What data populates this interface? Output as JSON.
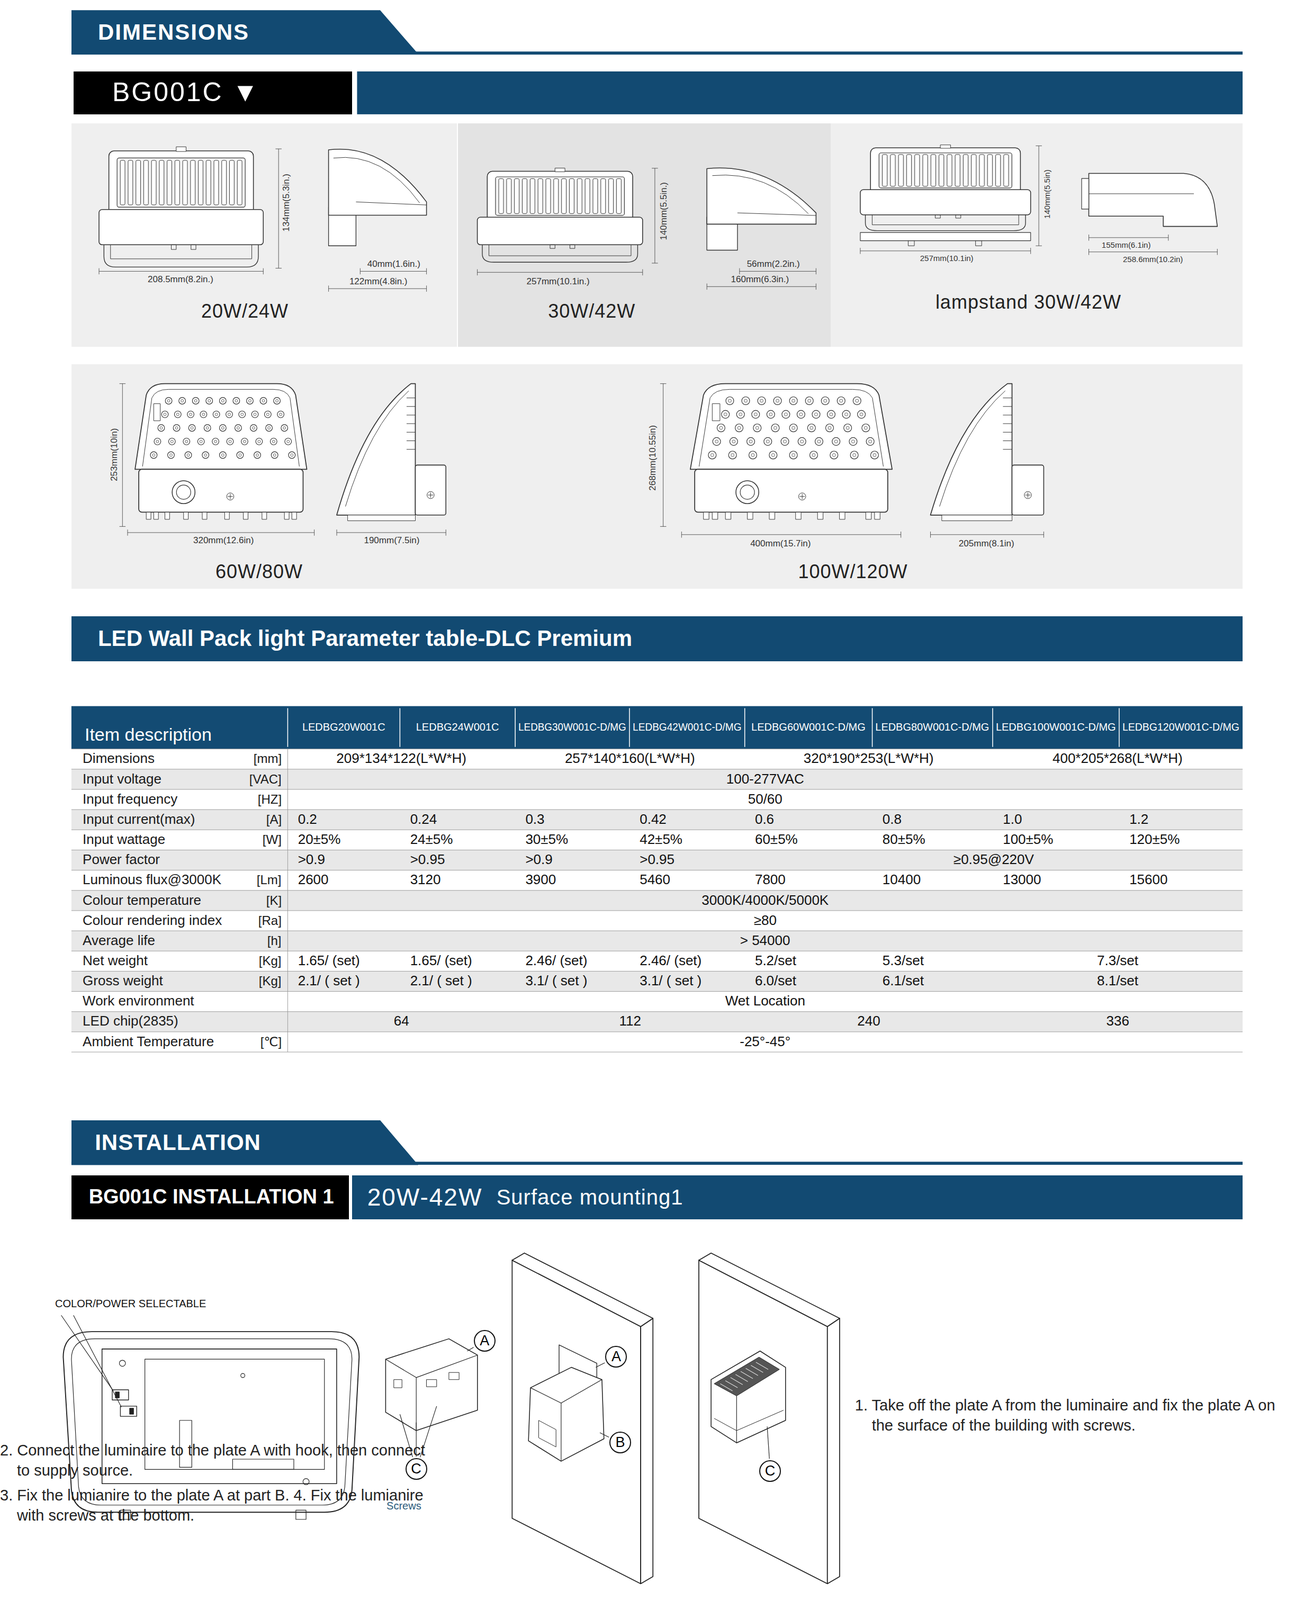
{
  "diagram": {
    "nodes": [
      {
        "text": [
          "DIMENSIONS"
        ]
      },
      {
        "text": [
          "BG001C ▼"
        ]
      },
      {
        "text": [
          "20W/24W"
        ]
      },
      {
        "text": [
          "30W/42W"
        ]
      },
      {
        "text": [
          "lampstand 30W/42W"
        ]
      },
      {
        "text": [
          "60W/80W",
          "100W/120W"
        ]
      },
      {
        "text": [
          "LED Wall Pack light Parameter table-DLC Premium"
        ]
      },
      {
        "text": [
          "INSTALLATION"
        ]
      },
      {
        "text": [
          "BG001C INSTALLATION 1"
        ]
      },
      {
        "text": [
          "20W-42W",
          "Surface mounting1"
        ]
      },
      {
        "text": [
          "A"
        ]
      },
      {
        "text": [
          "C"
        ]
      },
      {
        "text": [
          "A"
        ]
      },
      {
        "text": [
          "B"
        ]
      },
      {
        "text": [
          "C"
        ]
      }
    ],
    "labels": [
      "134mm(5.3in.)",
      "208.5mm(8.2in.)",
      "40mm(1.6in.)",
      "122mm(4.8in.)",
      "140mm(5.5in.)",
      "257mm(10.1in.)",
      "56mm(2.2in.)",
      "160mm(6.3in.)",
      "140mm(5.5in)",
      "257mm(10.1in)",
      "155mm(6.1in)",
      "258.6mm(10.2in)",
      "253mm(10in)",
      "320mm(12.6in)",
      "190mm(7.5in)",
      "268mm(10.55in)",
      "400mm(15.7in)",
      "205mm(8.1in)",
      "Item description",
      "LEDBG20W001C",
      "LEDBG24W001C",
      "LEDBG30W001C-D/MG",
      "LEDBG42W001C-D/MG",
      "LEDBG60W001C-D/MG",
      "LEDBG80W001C-D/MG",
      "LEDBG100W001C-D/MG",
      "LEDBG120W001C-D/MG",
      "Dimensions",
      "[mm]",
      "209*134*122(L*W*H)",
      "257*140*160(L*W*H)",
      "320*190*253(L*W*H)",
      "400*205*268(L*W*H)",
      "Input voltage",
      "[VAC]",
      "100-277VAC",
      "Input frequency",
      "[HZ]",
      "50/60",
      "Input current(max)",
      "[A]",
      "0.2",
      "0.24",
      "0.3",
      "0.42",
      "0.6",
      "0.8",
      "1.0",
      "1.2",
      "Input wattage",
      "[W]",
      "20±5%",
      "24±5%",
      "30±5%",
      "42±5%",
      "60±5%",
      "80±5%",
      "100±5%",
      "120±5%",
      "Power factor",
      ">0.9",
      ">0.95",
      ">0.9",
      ">0.95",
      "≥0.95@220V",
      "Luminous flux@3000K",
      "[Lm]",
      "2600",
      "3120",
      "3900",
      "5460",
      "7800",
      "10400",
      "13000",
      "15600",
      "Colour temperature",
      "[K]",
      "3000K/4000K/5000K",
      "Colour rendering index",
      "[Ra]",
      "≥80",
      "Average life",
      "[h]",
      "> 54000",
      "Net weight",
      "[Kg]",
      "1.65/ (set)",
      "1.65/ (set)",
      "2.46/ (set)",
      "2.46/ (set)",
      "5.2/set",
      "5.3/set",
      "7.3/set",
      "Gross weight",
      "[Kg]",
      "2.1/ ( set )",
      "2.1/ ( set )",
      "3.1/ ( set )",
      "3.1/ ( set )",
      "6.0/set",
      "6.1/set",
      "8.1/set",
      "Work environment",
      "Wet Location",
      "LED chip(2835)",
      "64",
      "112",
      "240",
      "336",
      "Ambient Temperature",
      "[℃]",
      "-25°-45°",
      "COLOR/POWER SELECTABLE",
      "Screws",
      "1. Take off the plate A from the luminaire and fix the plate A on the surface of the building with screws.",
      "2. Connect the luminaire to the plate A with hook, then connect to supply source.",
      "3. Fix the lumianire to the plate A at part B. 4. Fix the lumianire with screws at the bottom."
    ]
  }
}
